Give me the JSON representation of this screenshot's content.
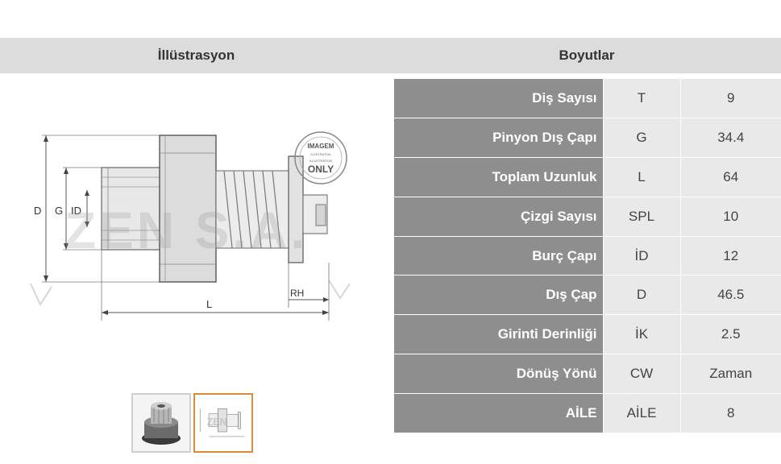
{
  "headers": {
    "illustration": "İllüstrasyon",
    "dimensions": "Boyutlar"
  },
  "drawing": {
    "labels": {
      "d": "D",
      "g": "G",
      "id": "ID",
      "l": "L",
      "rh": "RH"
    },
    "watermark": "ZEN S.A.",
    "stamp": {
      "line1": "IMAGEM",
      "line2": "ILUSTRATIVA",
      "line3": "ILLUSTRATION",
      "line4": "ONLY"
    }
  },
  "thumbnails": [
    {
      "name": "photo",
      "active": false
    },
    {
      "name": "drawing",
      "active": true
    }
  ],
  "specs": [
    {
      "label": "Diş Sayısı",
      "code": "T",
      "value": "9"
    },
    {
      "label": "Pinyon Dış Çapı",
      "code": "G",
      "value": "34.4"
    },
    {
      "label": "Toplam Uzunluk",
      "code": "L",
      "value": "64"
    },
    {
      "label": "Çizgi Sayısı",
      "code": "SPL",
      "value": "10"
    },
    {
      "label": "Burç Çapı",
      "code": "İD",
      "value": "12"
    },
    {
      "label": "Dış Çap",
      "code": "D",
      "value": "46.5"
    },
    {
      "label": "Girinti Derinliği",
      "code": "İK",
      "value": "2.5"
    },
    {
      "label": "Dönüş Yönü",
      "code": "CW",
      "value": "Zaman"
    },
    {
      "label": "AİLE",
      "code": "AİLE",
      "value": "8"
    }
  ]
}
